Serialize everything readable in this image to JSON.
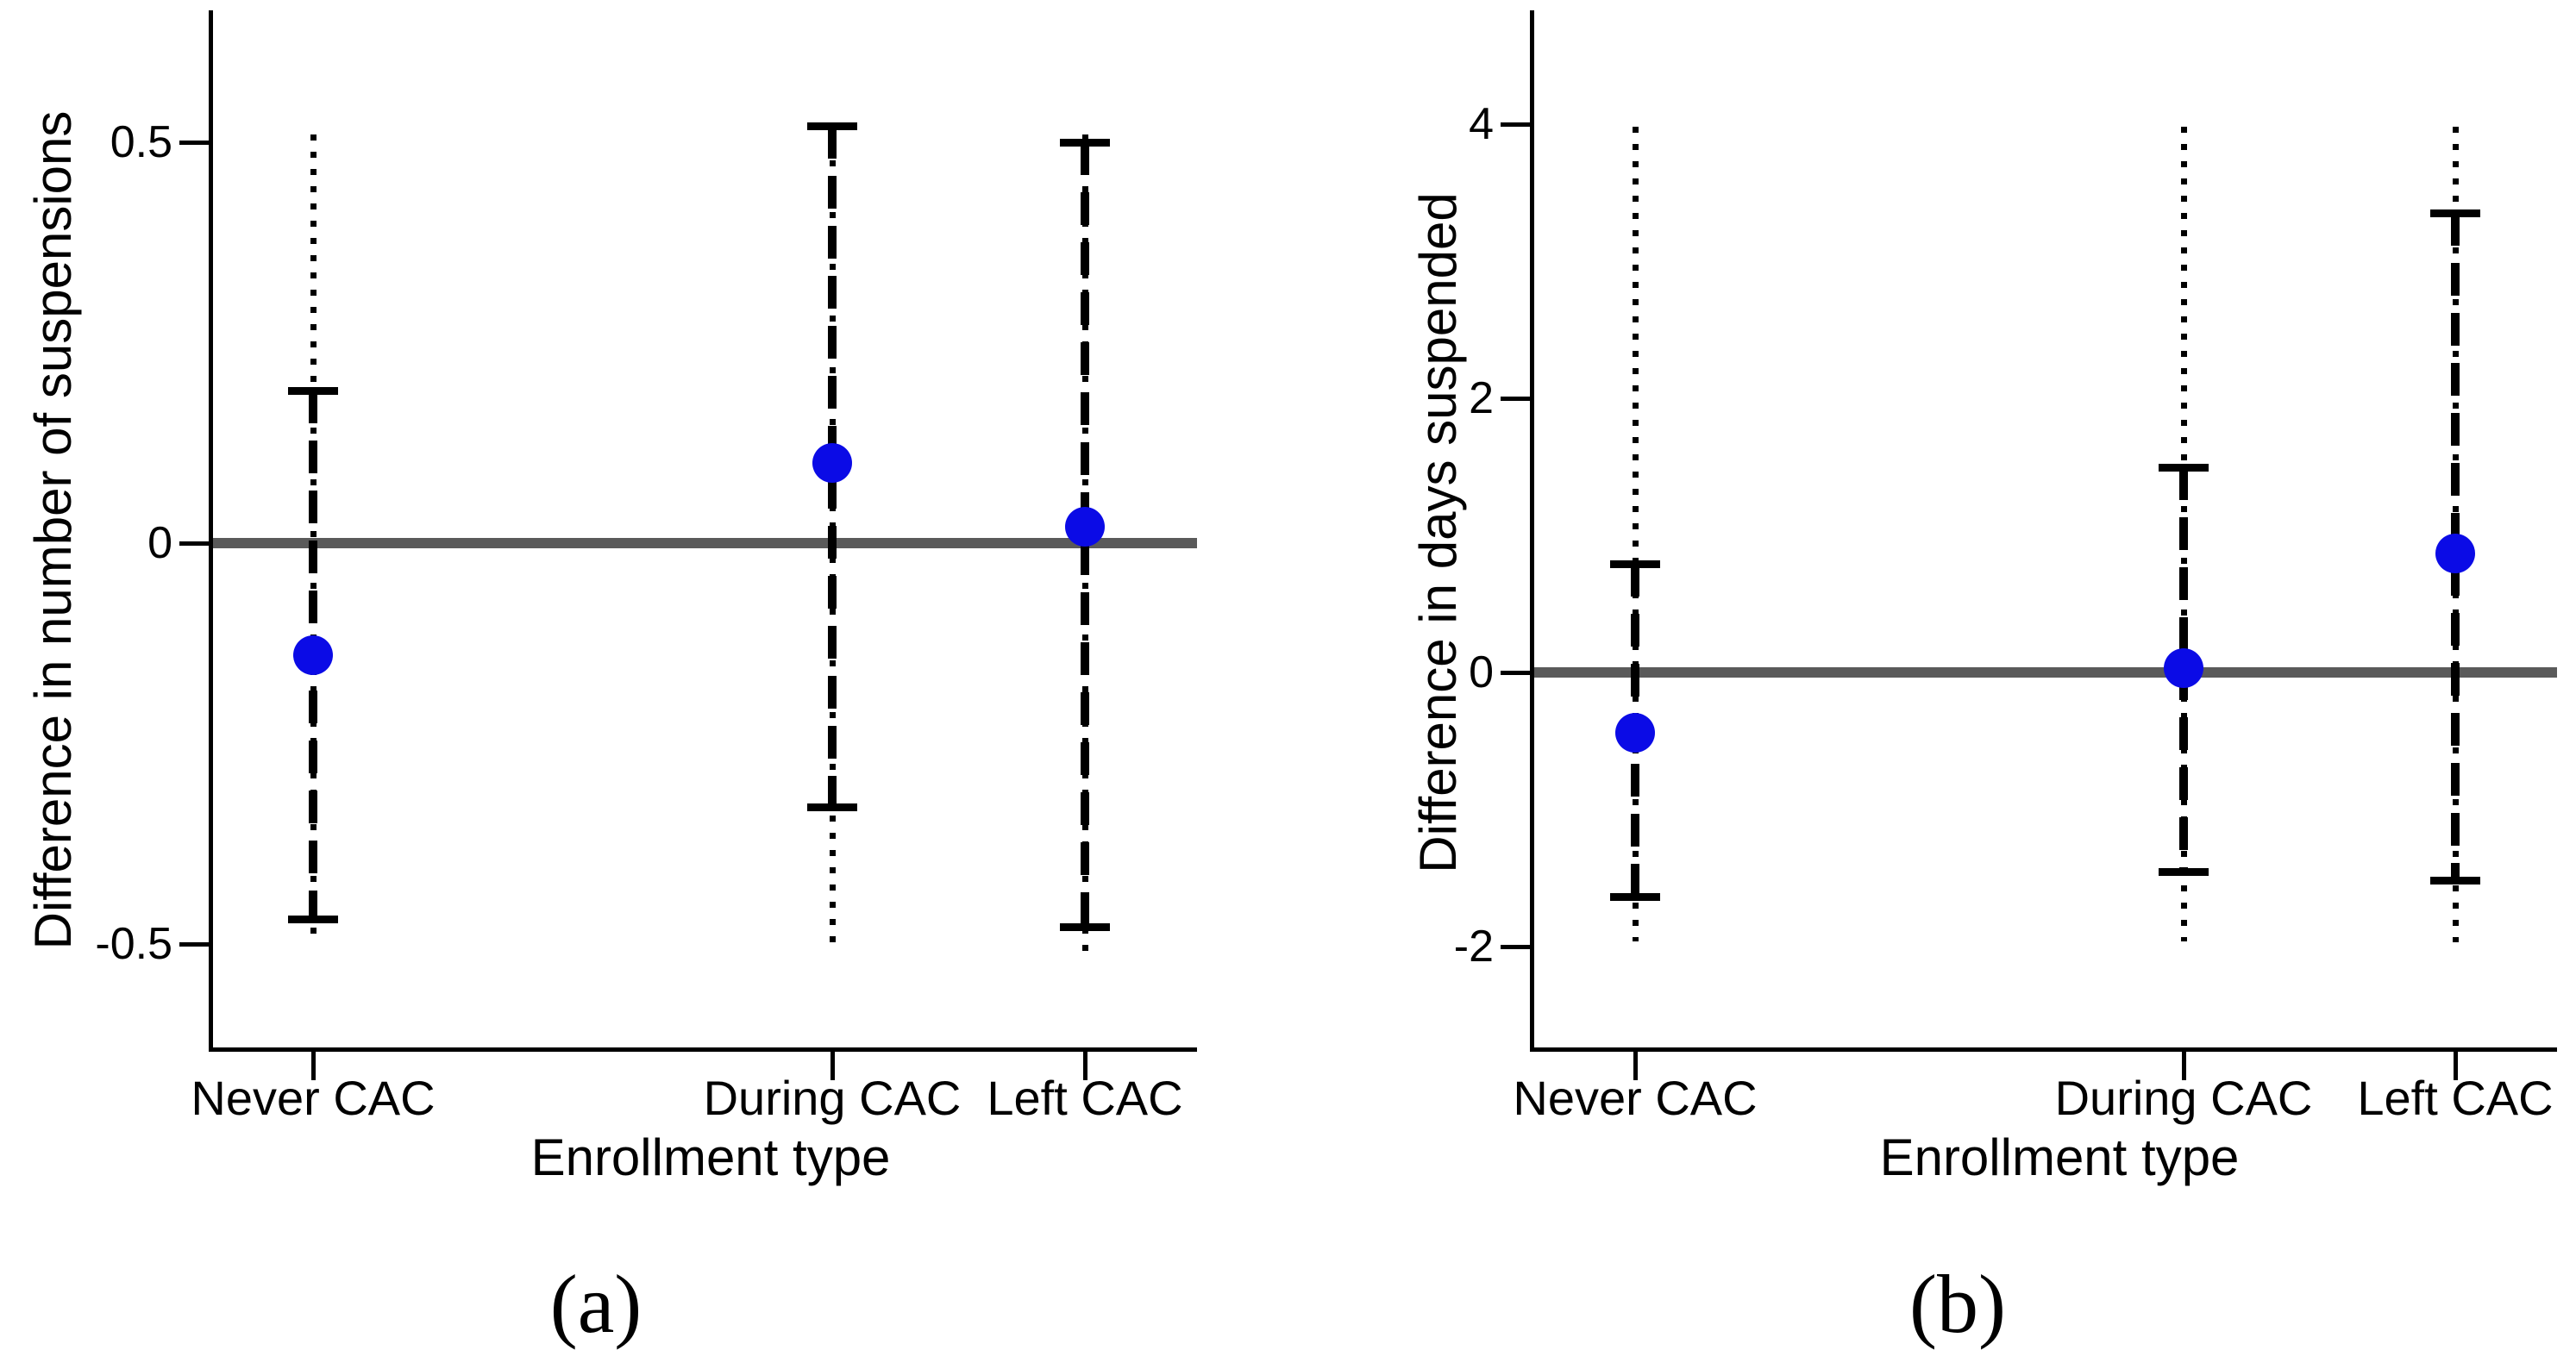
{
  "figure": {
    "background": "#ffffff"
  },
  "chart_data": [
    {
      "id": "a",
      "type": "scatter",
      "panel_label": "(a)",
      "ylabel": "Difference in number of suspensions",
      "xlabel": "Enrollment type",
      "categories": [
        "Never CAC",
        "During CAC",
        "Left CAC"
      ],
      "yticks": [
        {
          "value": 0.5,
          "label": "0.5"
        },
        {
          "value": 0,
          "label": "0"
        },
        {
          "value": -0.5,
          "label": "-0.5"
        }
      ],
      "ylim": [
        -0.63,
        0.66
      ],
      "reference_line_y": 0,
      "grid": false,
      "legend": "none",
      "points": [
        {
          "category": "Never CAC",
          "estimate": -0.14,
          "inner_ci": [
            -0.47,
            0.19
          ],
          "outer_ci": [
            -0.5,
            0.51
          ]
        },
        {
          "category": "During CAC",
          "estimate": 0.1,
          "inner_ci": [
            -0.33,
            0.52
          ],
          "outer_ci": [
            -0.5,
            0.52
          ]
        },
        {
          "category": "Left CAC",
          "estimate": 0.02,
          "inner_ci": [
            -0.48,
            0.5
          ],
          "outer_ci": [
            -0.51,
            0.51
          ]
        }
      ],
      "styles": {
        "point_color": "#0b0be6",
        "inner_ci_style": "dashed",
        "outer_ci_style": "dotted",
        "zero_line_color": "#5a5a5a",
        "axis_color": "#000000"
      }
    },
    {
      "id": "b",
      "type": "scatter",
      "panel_label": "(b)",
      "ylabel": "Difference in days suspended",
      "xlabel": "Enrollment type",
      "categories": [
        "Never CAC",
        "During CAC",
        "Left CAC"
      ],
      "yticks": [
        {
          "value": 4,
          "label": "4"
        },
        {
          "value": 2,
          "label": "2"
        },
        {
          "value": 0,
          "label": "0"
        },
        {
          "value": -2,
          "label": "-2"
        }
      ],
      "ylim": [
        -2.74,
        4.83
      ],
      "reference_line_y": 0,
      "grid": false,
      "legend": "none",
      "points": [
        {
          "category": "Never CAC",
          "estimate": -0.44,
          "inner_ci": [
            -1.64,
            0.79
          ],
          "outer_ci": [
            -1.96,
            3.98
          ]
        },
        {
          "category": "During CAC",
          "estimate": 0.03,
          "inner_ci": [
            -1.46,
            1.5
          ],
          "outer_ci": [
            -1.96,
            3.98
          ]
        },
        {
          "category": "Left CAC",
          "estimate": 0.87,
          "inner_ci": [
            -1.52,
            3.35
          ],
          "outer_ci": [
            -1.97,
            3.98
          ]
        }
      ],
      "styles": {
        "point_color": "#0b0be6",
        "inner_ci_style": "dashed",
        "outer_ci_style": "dotted",
        "zero_line_color": "#5a5a5a",
        "axis_color": "#000000"
      }
    }
  ]
}
